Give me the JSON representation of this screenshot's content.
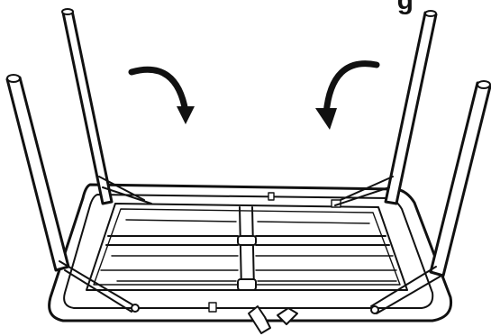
{
  "corner_glyph": "g",
  "figure": {
    "subject": "folding-table-upside-down",
    "arrows": [
      "fold-arrow-left",
      "fold-arrow-right"
    ],
    "line_color": "#111111",
    "background": "#ffffff"
  }
}
